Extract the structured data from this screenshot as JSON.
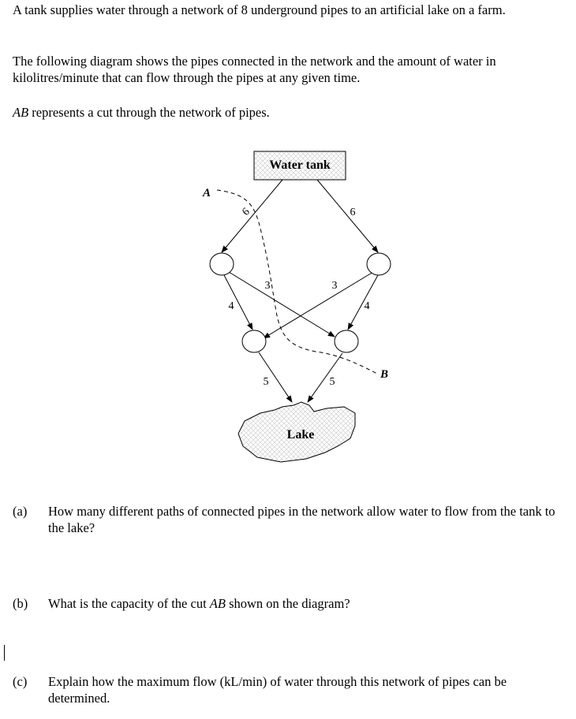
{
  "intro": {
    "line1": "A tank supplies water through a network of 8 underground pipes to an artificial lake on a farm.",
    "line2": "The following diagram shows the pipes connected in the network and the amount of water in kilolitres/minute that can flow through the pipes at any given time.",
    "line3_cut": "AB",
    "line3_rest": " represents a cut through the network of pipes."
  },
  "diagram": {
    "tank_label": "Water tank",
    "lake_label": "Lake",
    "cut_start": "A",
    "cut_end": "B",
    "edges": {
      "tank_left": "6",
      "tank_right": "6",
      "left_to_leftbottom": "4",
      "right_to_rightbottom": "4",
      "left_to_rightbottom": "3",
      "right_to_leftbottom": "3",
      "leftbottom_to_lake": "5",
      "rightbottom_to_lake": "5"
    }
  },
  "questions": [
    {
      "num": "(a)",
      "text": "How many different paths of connected pipes in the network allow water to flow from the tank to the lake?"
    },
    {
      "num": "(b)",
      "text_before": "What is the capacity of the cut ",
      "cut": "AB",
      "text_after": " shown on the diagram?"
    },
    {
      "num": "(c)",
      "text": "Explain how the maximum flow (kL/min) of water through this network of pipes can be determined."
    }
  ]
}
